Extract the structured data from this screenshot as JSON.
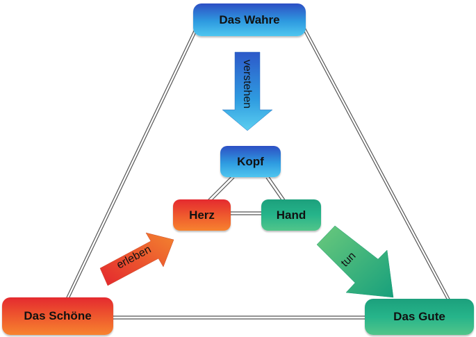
{
  "nodes": {
    "wahre": "Das Wahre",
    "schoene": "Das Schöne",
    "gute": "Das Gute",
    "kopf": "Kopf",
    "herz": "Herz",
    "hand": "Hand"
  },
  "arrows": {
    "verstehen": "verstehen",
    "erleben": "erleben",
    "tun": "tun"
  },
  "colors": {
    "blue": "#2e9be0",
    "red": "#ef5c2e",
    "green": "#26b48a",
    "connector": "#555555"
  }
}
